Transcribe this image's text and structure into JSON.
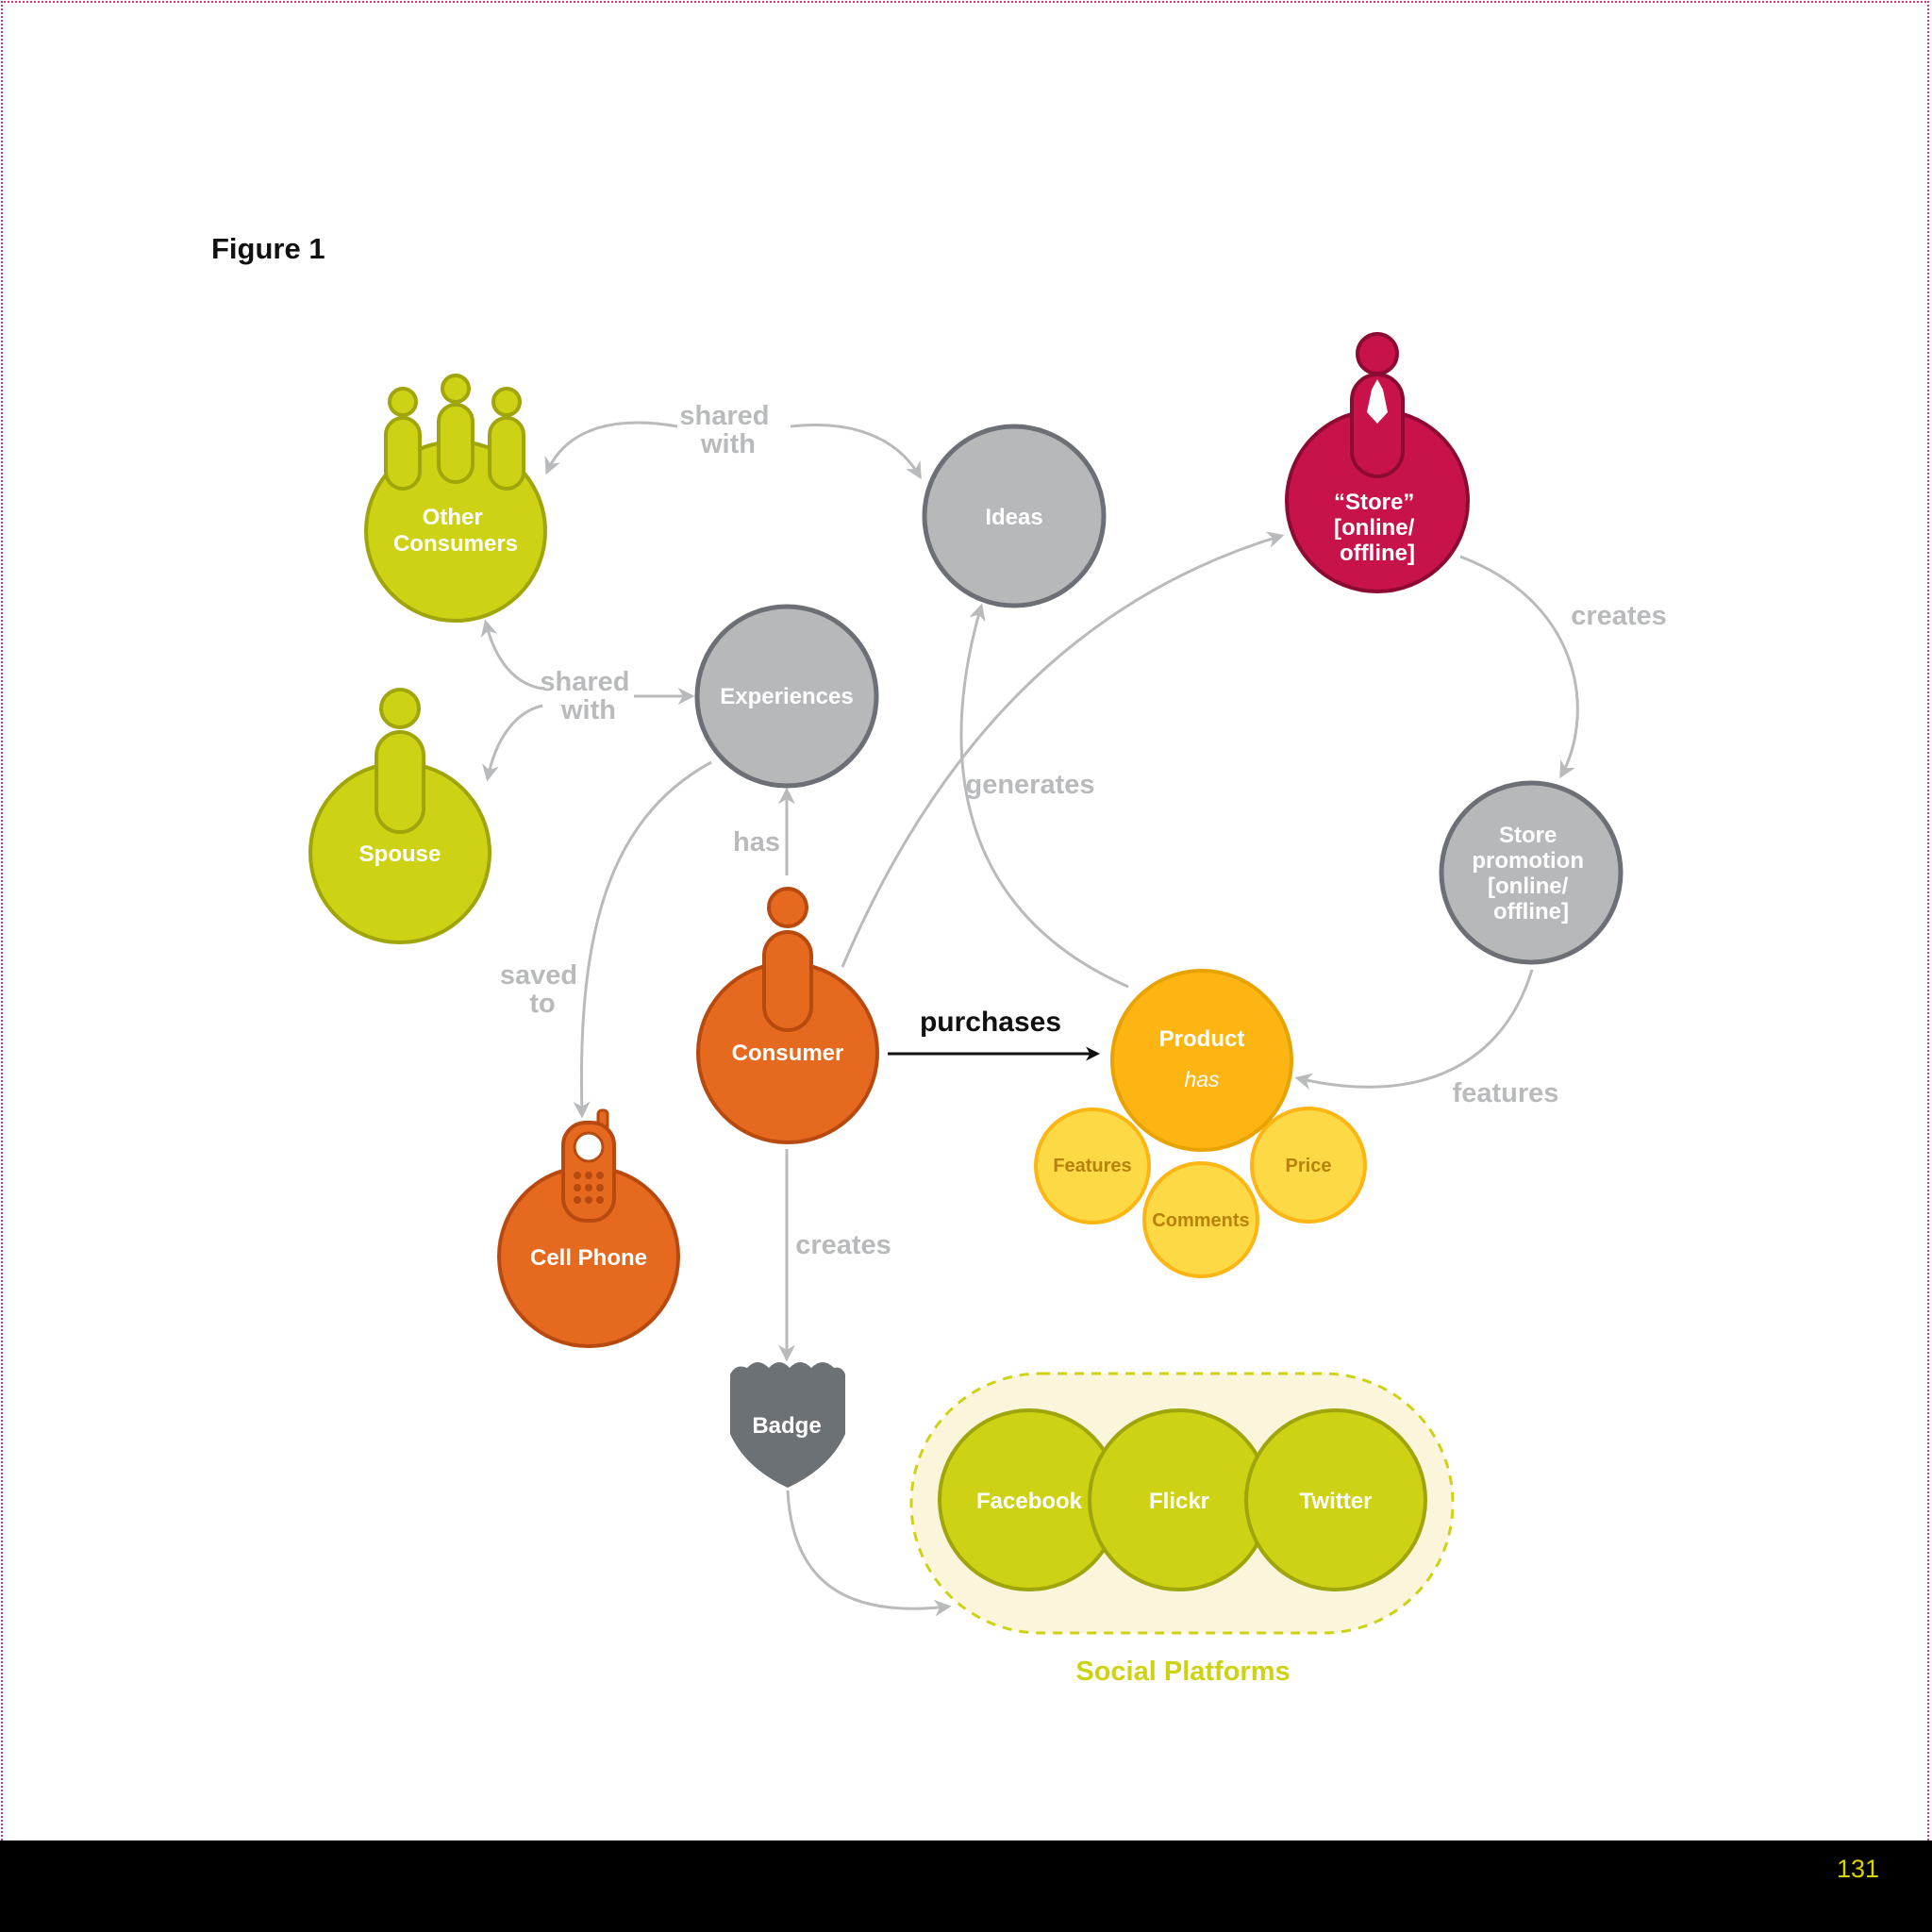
{
  "figure_title": "Figure 1",
  "page_number": "131",
  "colors": {
    "lime": "#cdd314",
    "lime_dark": "#9fa50b",
    "gray": "#b7b8ba",
    "gray_dark": "#6c7076",
    "orange": "#e5691f",
    "orange_dark": "#b84a0f",
    "crimson": "#c8134a",
    "crimson_dark": "#8d0b32",
    "gold": "#fdb514",
    "gold_light": "#fdd945",
    "gold_dark": "#e8a300",
    "badge": "#6c7176",
    "edge": "#b9babb",
    "group_fill": "#fbf5dc"
  },
  "nodes": {
    "other_consumers": [
      "Other",
      "Consumers"
    ],
    "ideas": "Ideas",
    "store": [
      "“Store”",
      "[online/",
      "offline]"
    ],
    "experiences": "Experiences",
    "spouse": "Spouse",
    "consumer": "Consumer",
    "store_promotion": [
      "Store",
      "promotion",
      "[online/",
      "offline]"
    ],
    "product": "Product",
    "product_has": "has",
    "features": "Features",
    "comments": "Comments",
    "price": "Price",
    "cell_phone": "Cell Phone",
    "badge": "Badge",
    "facebook": "Facebook",
    "flickr": "Flickr",
    "twitter": "Twitter"
  },
  "edges": {
    "shared_with_top": [
      "shared",
      "with"
    ],
    "shared_with_mid": [
      "shared",
      "with"
    ],
    "creates_store": "creates",
    "generates": "generates",
    "has": "has",
    "saved_to": [
      "saved",
      "to"
    ],
    "purchases": "purchases",
    "features": "features",
    "creates_badge": "creates"
  },
  "group": {
    "social_platforms": "Social Platforms"
  }
}
